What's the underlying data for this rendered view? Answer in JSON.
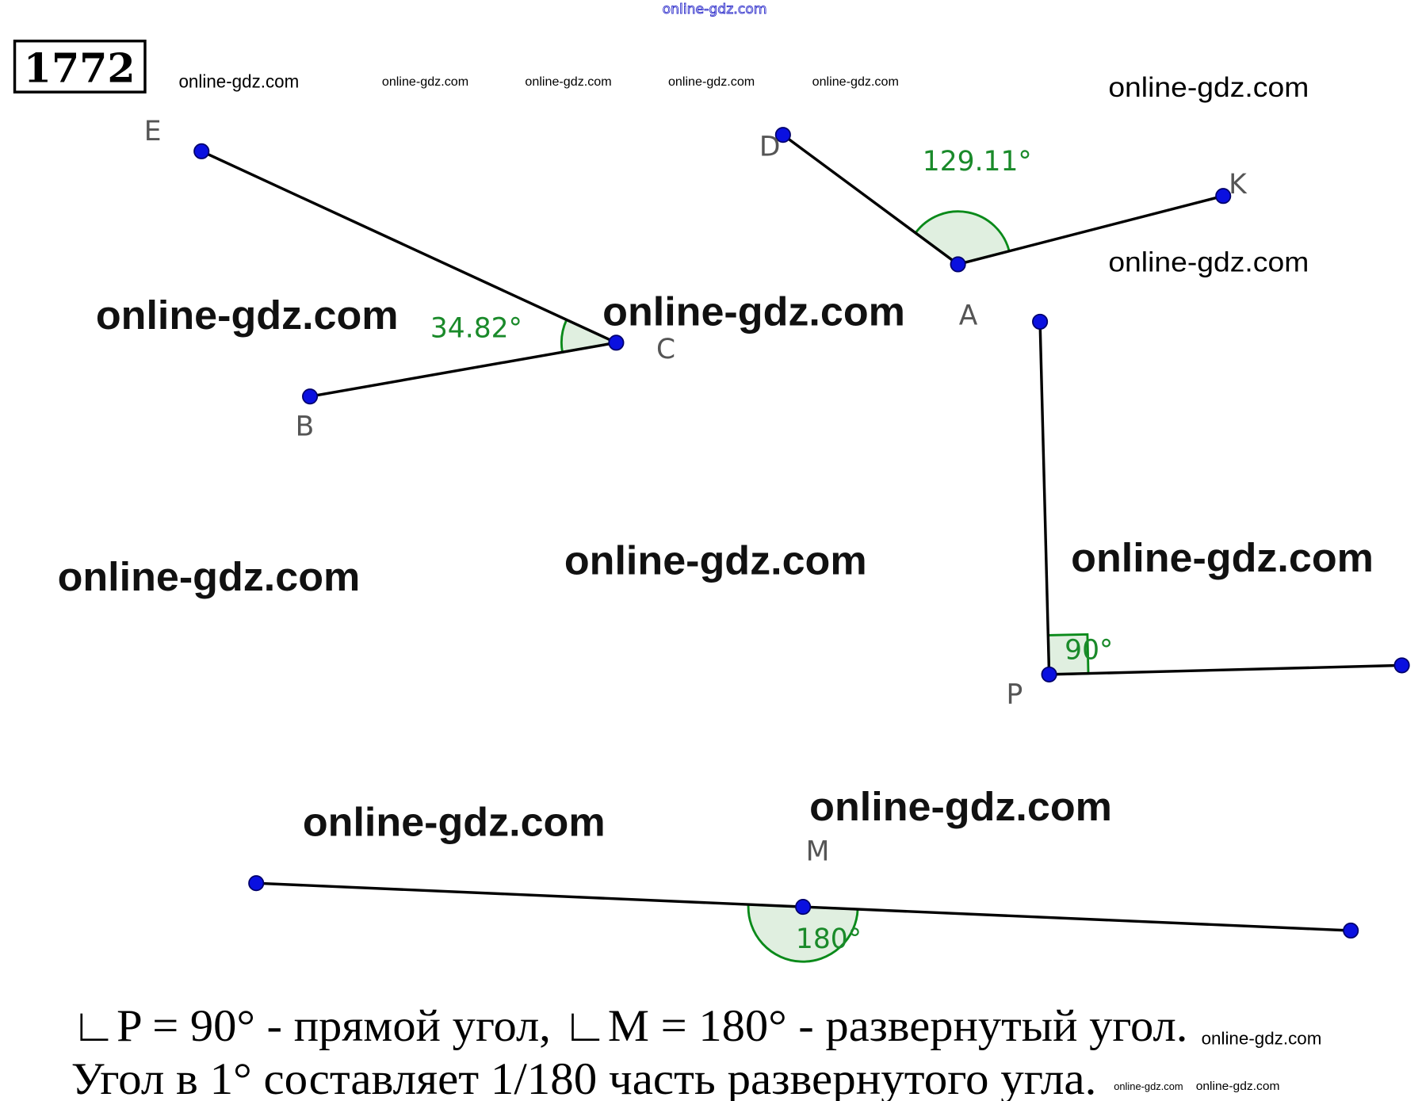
{
  "problem_number": "1772",
  "top_watermark": "online-gdz.com",
  "watermarks": [
    "online-gdz.com",
    "online-gdz.com",
    "online-gdz.com",
    "online-gdz.com",
    "online-gdz.com",
    "online-gdz.com",
    "online-gdz.com",
    "online-gdz.com",
    "online-gdz.com",
    "online-gdz.com",
    "online-gdz.com",
    "online-gdz.com",
    "online-gdz.com",
    "online-gdz.com",
    "online-gdz.com",
    "online-gdz.com",
    "online-gdz.com"
  ],
  "points": {
    "E": "E",
    "C": "C",
    "B": "B",
    "D": "D",
    "A": "A",
    "K": "K",
    "P": "P",
    "M": "M"
  },
  "angles": {
    "ECB": "34.82°",
    "DAK": "129.11°",
    "P": "90°",
    "M": "180°"
  },
  "text": {
    "line1": "∟P = 90° - прямой угол, ∟M = 180° - развернутый угол.",
    "line2": "Угол в 1° составляет 1/180 часть развернутого угла."
  },
  "colors": {
    "point": "#0a10e0",
    "angle": "#1a8a2a"
  }
}
